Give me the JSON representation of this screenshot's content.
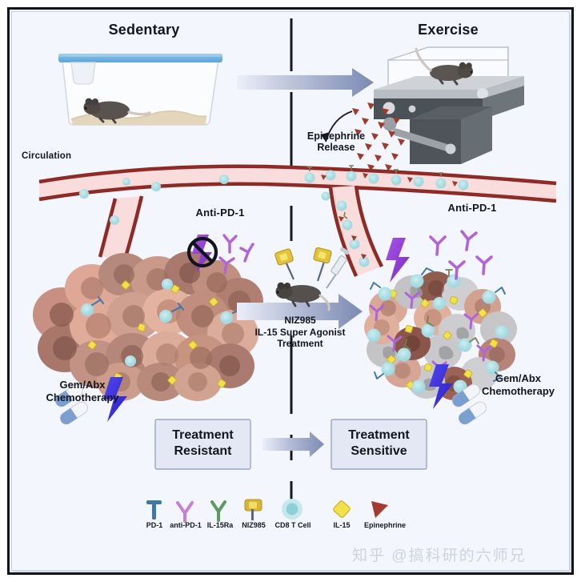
{
  "figure": {
    "title_sedentary": "Sedentary",
    "title_exercise": "Exercise",
    "label_circulation": "Circulation",
    "label_epinephrine_release_line1": "Epinephrine",
    "label_epinephrine_release_line2": "Release",
    "label_antipd1_left": "Anti-PD-1",
    "label_antipd1_right": "Anti-PD-1",
    "label_treatment_line1": "NIZ985",
    "label_treatment_line2": "IL-15 Super Agonist",
    "label_treatment_line3": "Treatment",
    "label_chemo_left_line1": "Gem/Abx",
    "label_chemo_left_line2": "Chemotherapy",
    "label_chemo_right_line1": "Gem/Abx",
    "label_chemo_right_line2": "Chemotherapy",
    "box_resistant_line1": "Treatment",
    "box_resistant_line2": "Resistant",
    "box_sensitive_line1": "Treatment",
    "box_sensitive_line2": "Sensitive",
    "watermark": "知乎 @搞科研的六师兄"
  },
  "legend": {
    "items": [
      {
        "label": "PD-1",
        "icon": "pd1-receptor-icon",
        "color": "#3f78a8"
      },
      {
        "label": "anti-PD-1",
        "icon": "antibody-icon",
        "color": "#c77fd4"
      },
      {
        "label": "IL-15Ra",
        "icon": "il15ra-receptor-icon",
        "color": "#5d9a5d"
      },
      {
        "label": "NIZ985",
        "icon": "niz985-icon",
        "color": "#d8b43c"
      },
      {
        "label": "CD8 T Cell",
        "icon": "t-cell-icon",
        "color": "#9fd8dd"
      },
      {
        "label": "IL-15",
        "icon": "il15-diamond-icon",
        "color": "#f4e34a"
      },
      {
        "label": "Epinephrine",
        "icon": "epinephrine-triangle-icon",
        "color": "#a33b2e"
      }
    ]
  },
  "colors": {
    "background": "#f3f6fc",
    "frame_border": "#111318",
    "arrow_gradient_start": "#e8ecf6",
    "arrow_gradient_end": "#7d8cb5",
    "vessel_wall": "#8f2b26",
    "vessel_lumen": "#f9dcdc",
    "tumor_pink": "#e8b0a0",
    "tumor_brown": "#9d6f5f",
    "dying_cell_gray": "#c9c9ca",
    "lightning_blue": "#3b2fd6",
    "lightning_purple": "#8b3fd1",
    "antibody_purple": "#b163d8",
    "tcell_fill": "#a9dde3",
    "il15_yellow": "#f3e14c",
    "epinephrine_red": "#9c3a2c",
    "box_fill": "#e4e7f4",
    "box_border": "#9aa6c8",
    "text": "#13161c"
  }
}
